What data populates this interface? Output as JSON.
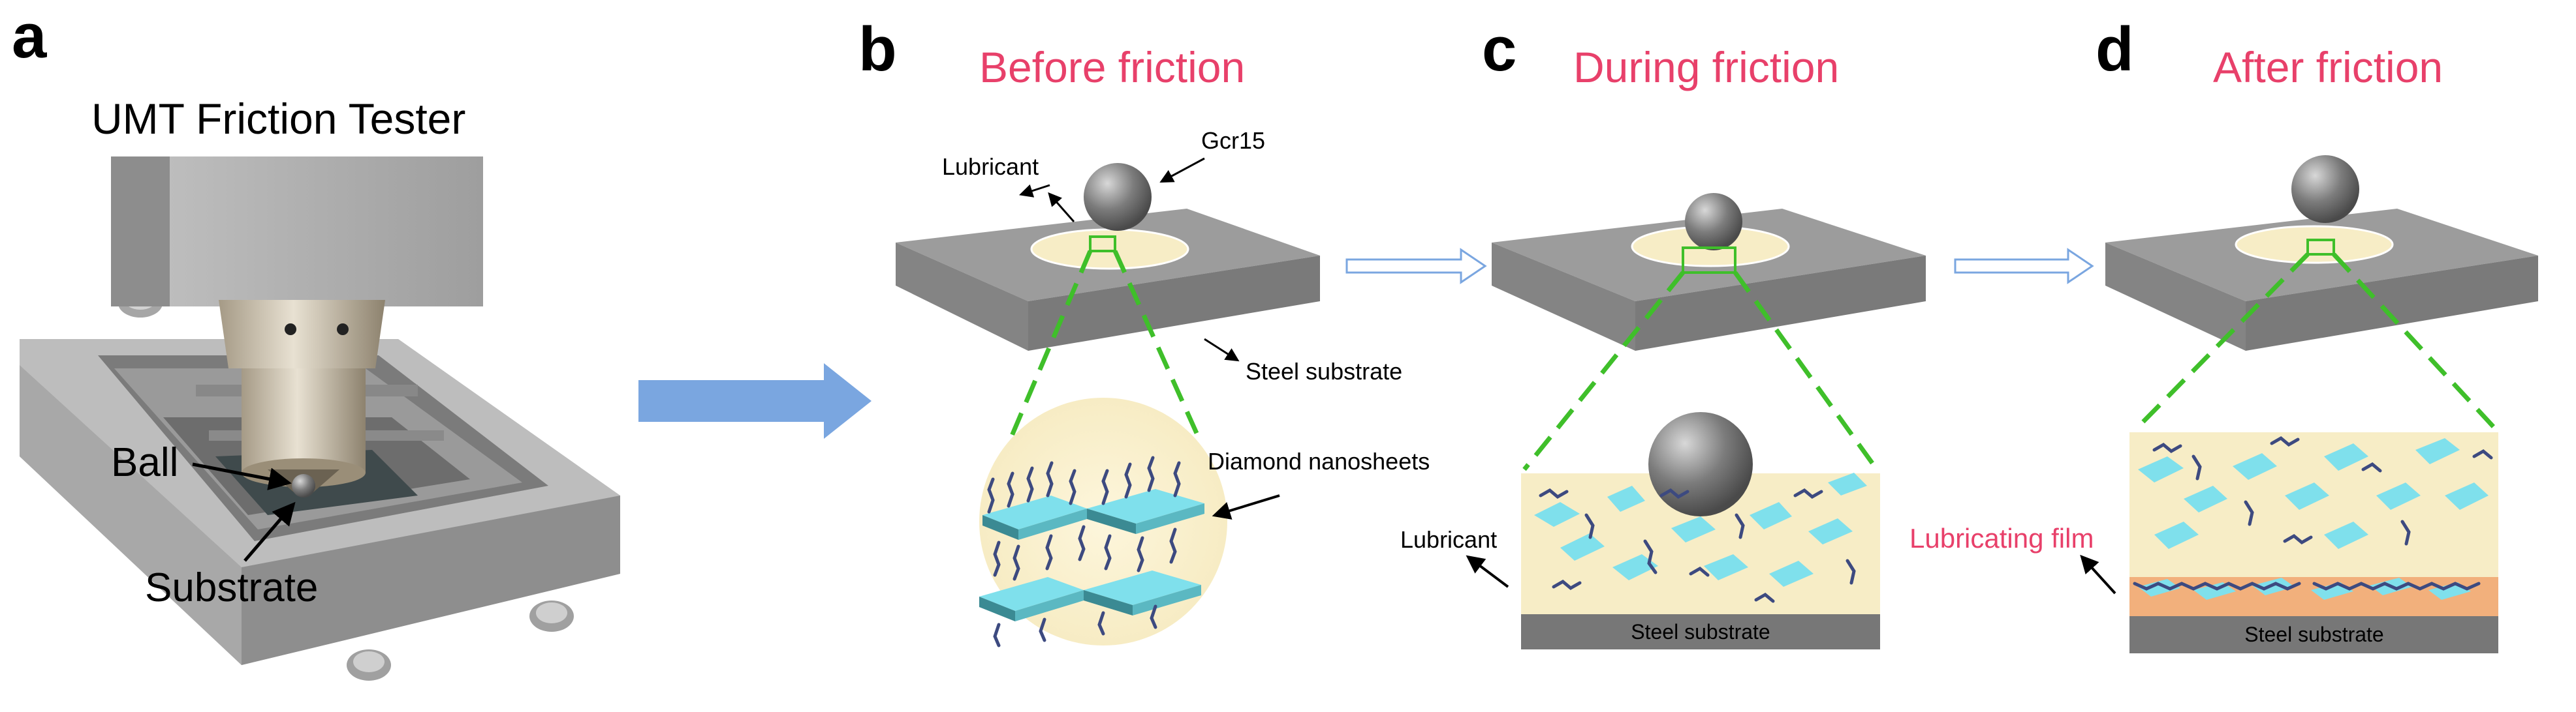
{
  "colors": {
    "stage_title": "#e8406a",
    "dashed": "#3fbf2a",
    "arrow_blue": "#7aa6e0",
    "lubricant": "#f7edc6",
    "plate_top": "#9a9a9a",
    "nanosheet": "#7fe0ec"
  },
  "panel_a": {
    "letter": "a",
    "title": "UMT Friction Tester",
    "label_ball": "Ball",
    "label_substrate": "Substrate"
  },
  "panel_b": {
    "letter": "b",
    "title": "Before friction",
    "label_lubricant": "Lubricant",
    "label_ball_material": "Gcr15",
    "label_steel": "Steel substrate",
    "label_nanosheets": "Diamond nanosheets"
  },
  "panel_c": {
    "letter": "c",
    "title": "During friction",
    "label_lubricant": "Lubricant",
    "label_steel": "Steel substrate"
  },
  "panel_d": {
    "letter": "d",
    "title": "After friction",
    "label_film": "Lubricating film",
    "label_steel": "Steel substrate"
  }
}
